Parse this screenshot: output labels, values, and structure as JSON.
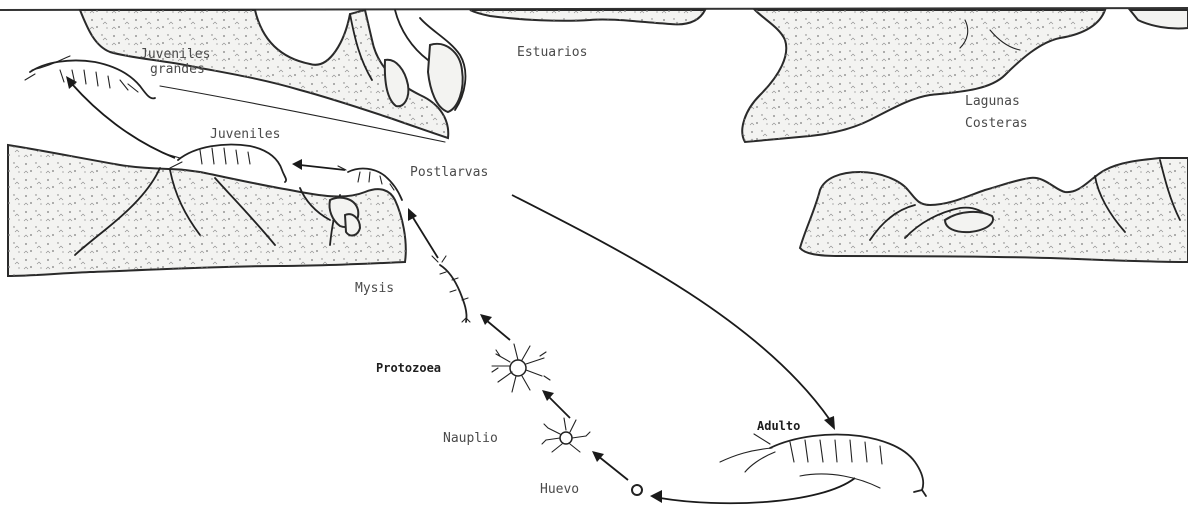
{
  "labels": {
    "juveniles_grandes_1": "Juveniles",
    "juveniles_grandes_2": "grandes",
    "estuarios": "Estuarios",
    "lagunas_1": "Lagunas",
    "lagunas_2": "Costeras",
    "juveniles": "Juveniles",
    "postlarvas": "Postlarvas",
    "mysis": "Mysis",
    "protozoea": "Protozoea",
    "nauplio": "Nauplio",
    "huevo": "Huevo",
    "adulto": "Adulto"
  },
  "colors": {
    "ink": "#222222",
    "land": "#f3f3f1",
    "text": "#4a4a4a"
  }
}
